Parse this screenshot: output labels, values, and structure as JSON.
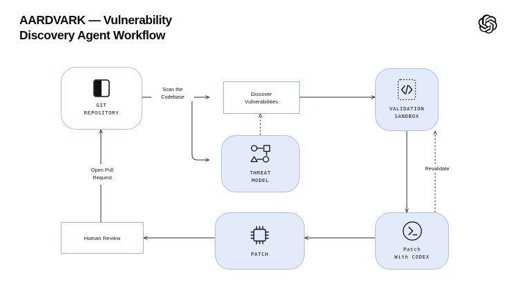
{
  "header": {
    "title": "AARDVARK — Vulnerability\nDiscovery Agent Workflow",
    "logo_name": "openai-logo"
  },
  "colors": {
    "node_fill": "#e3ebfa",
    "node_fill_plain": "#ffffff",
    "node_border": "#aabfe2",
    "rect_border": "#9db4dc",
    "arrow": "#2b2b2b",
    "text": "#111111",
    "background": "#ffffff"
  },
  "diagram": {
    "type": "flowchart",
    "nodes": [
      {
        "id": "git-repository",
        "label": "GIT\nREPOSITORY",
        "shape": "rounded",
        "fill": "plain",
        "icon": "git-split-square-icon",
        "font": "mono"
      },
      {
        "id": "discover-vulnerabilities",
        "label": "Discover\nVulnerabilities",
        "shape": "rect",
        "fill": "plain",
        "icon": "none",
        "font": "sans"
      },
      {
        "id": "threat-model",
        "label": "THREAT\nMODEL",
        "shape": "rounded",
        "fill": "blue",
        "icon": "threat-graph-icon",
        "font": "mono"
      },
      {
        "id": "validation-sandbox",
        "label": "VALIDATION\nSANDBOX",
        "shape": "rounded",
        "fill": "blue",
        "icon": "code-sandbox-icon",
        "font": "mono"
      },
      {
        "id": "patch-with-codex",
        "label": "Patch\nWith CODEX",
        "shape": "rounded",
        "fill": "blue",
        "icon": "terminal-prompt-icon",
        "font": "mono"
      },
      {
        "id": "patch",
        "label": "PATCH",
        "shape": "rounded",
        "fill": "blue",
        "icon": "chip-icon",
        "font": "mono"
      },
      {
        "id": "human-review",
        "label": "Human Review",
        "shape": "rect",
        "fill": "plain",
        "icon": "none",
        "font": "sans"
      }
    ],
    "edges": [
      {
        "id": "scan-codebase",
        "from": "git-repository",
        "to": "discover-vulnerabilities",
        "label": "Scan the\nCodebase",
        "style": "solid"
      },
      {
        "id": "scan-to-threat-model",
        "from": "git-repository",
        "to": "threat-model",
        "label": "",
        "style": "solid"
      },
      {
        "id": "threat-model-feeds-discovery",
        "from": "threat-model",
        "to": "discover-vulnerabilities",
        "label": "",
        "style": "dashed"
      },
      {
        "id": "discovery-to-sandbox",
        "from": "discover-vulnerabilities",
        "to": "validation-sandbox",
        "label": "",
        "style": "solid"
      },
      {
        "id": "sandbox-to-codex",
        "from": "validation-sandbox",
        "to": "patch-with-codex",
        "label": "",
        "style": "solid"
      },
      {
        "id": "revalidate",
        "from": "patch-with-codex",
        "to": "validation-sandbox",
        "label": "Revalidate",
        "style": "dashed"
      },
      {
        "id": "codex-to-patch",
        "from": "patch-with-codex",
        "to": "patch",
        "label": "",
        "style": "solid"
      },
      {
        "id": "patch-to-human-review",
        "from": "patch",
        "to": "human-review",
        "label": "",
        "style": "solid"
      },
      {
        "id": "open-pull-request",
        "from": "human-review",
        "to": "git-repository",
        "label": "Open Pull\nRequest",
        "style": "solid"
      }
    ]
  }
}
